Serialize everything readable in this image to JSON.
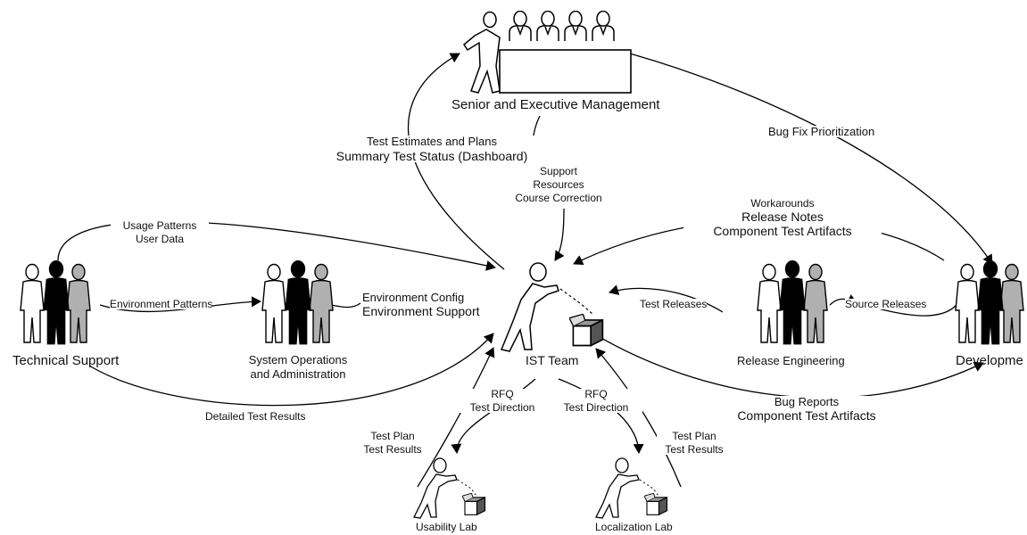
{
  "nodes": {
    "senior_management": "Senior and Executive Management",
    "technical_support": "Technical Support",
    "system_operations": [
      "System Operations",
      "and Administration"
    ],
    "ist_team": "IST Team",
    "release_engineering": "Release Engineering",
    "development": "Developme",
    "usability_lab": "Usability Lab",
    "localization_lab": "Localization Lab"
  },
  "flows": {
    "test_estimates": [
      "Test Estimates and Plans",
      "Summary Test Status (Dashboard)"
    ],
    "bug_fix": "Bug Fix Prioritization",
    "support": [
      "Support",
      "Resources",
      "Course Correction"
    ],
    "usage": [
      "Usage Patterns",
      "User Data"
    ],
    "workarounds": [
      "Workarounds",
      "Release Notes",
      "Component Test Artifacts"
    ],
    "env_patterns": "Environment Patterns",
    "env_config": [
      "Environment Config",
      "Environment Support"
    ],
    "test_releases": "Test Releases",
    "source_releases": "Source Releases",
    "detailed_results": "Detailed Test Results",
    "rfq_left": [
      "RFQ",
      "Test Direction"
    ],
    "rfq_right": [
      "RFQ",
      "Test Direction"
    ],
    "bug_reports": [
      "Bug Reports",
      "Component Test Artifacts"
    ],
    "test_plan_left": [
      "Test Plan",
      "Test Results"
    ],
    "test_plan_right": [
      "Test Plan",
      "Test Results"
    ]
  },
  "colors": {
    "ink": "#000000",
    "grey_figure": "#b0b0b0",
    "outline_figure": "#ffffff"
  }
}
